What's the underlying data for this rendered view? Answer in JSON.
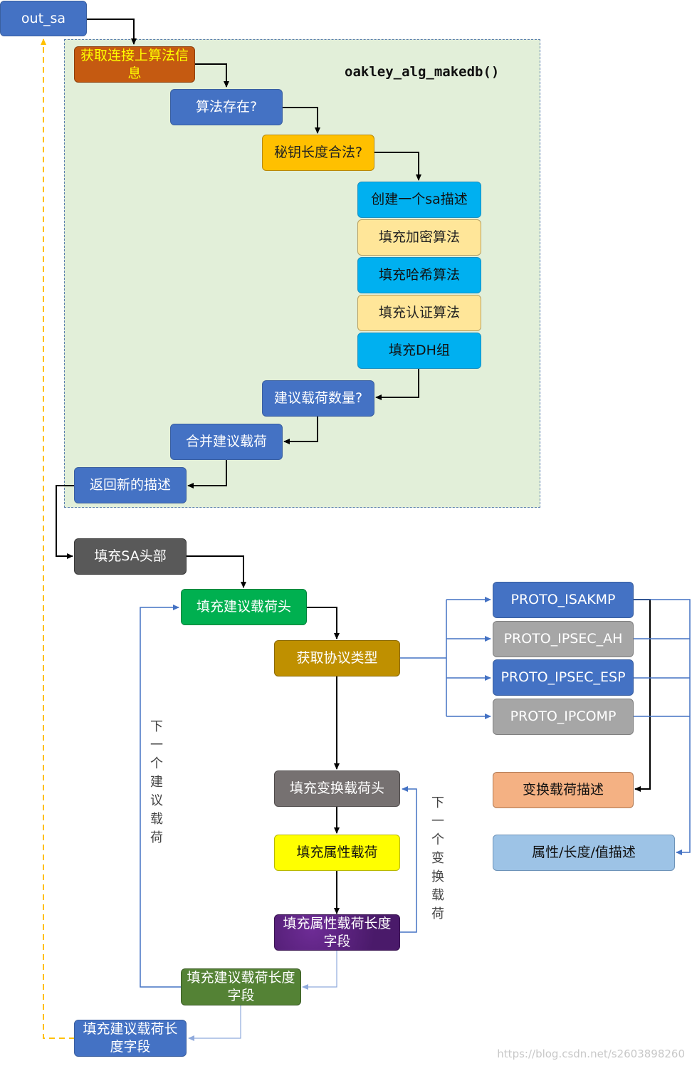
{
  "title": "oakley_alg_makedb()",
  "nodes": {
    "out_sa": "out_sa",
    "get_conn_alg": "获取连接上算法信息",
    "alg_exists": "算法存在?",
    "key_len_valid": "秘钥长度合法?",
    "create_sa_desc": "创建一个sa描述",
    "fill_encrypt": "填充加密算法",
    "fill_hash": "填充哈希算法",
    "fill_auth": "填充认证算法",
    "fill_dh": "填充DH组",
    "prop_count": "建议载荷数量?",
    "merge_prop": "合并建议载荷",
    "return_desc": "返回新的描述",
    "fill_sa_header": "填充SA头部",
    "fill_prop_header": "填充建议载荷头",
    "get_proto_type": "获取协议类型",
    "proto_isakmp": "PROTO_ISAKMP",
    "proto_ipsec_ah": "PROTO_IPSEC_AH",
    "proto_ipsec_esp": "PROTO_IPSEC_ESP",
    "proto_ipcomp": "PROTO_IPCOMP",
    "transform_desc": "变换载荷描述",
    "attr_desc": "属性/长度/值描述",
    "fill_transform_header": "填充变换载荷头",
    "fill_attr_payload": "填充属性载荷",
    "fill_attr_len": "填充属性载荷长度字段",
    "fill_prop_len_1": "填充建议载荷长度字段",
    "fill_prop_len_2": "填充建议载荷长度字段"
  },
  "labels": {
    "next_proposal": "下一个建议载荷",
    "next_transform": "下一个变换载荷"
  },
  "watermark": "https://blog.csdn.net/s2603898260",
  "colors": {
    "arrow_black": "#000000",
    "arrow_blue": "#4472c4",
    "arrow_orange_dashed": "#ffc000",
    "region_bg": "#e2efd9"
  }
}
